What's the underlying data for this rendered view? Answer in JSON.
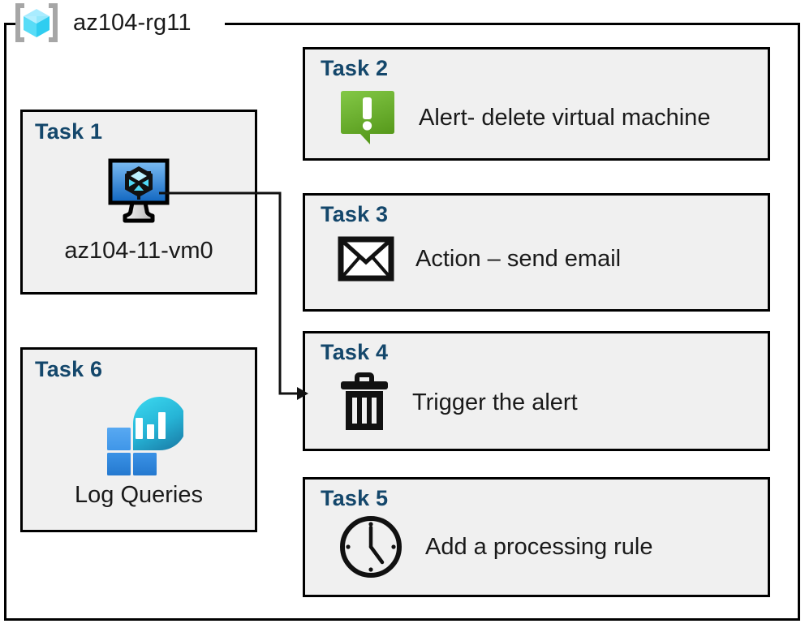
{
  "resource_group": {
    "name": "az104-rg11",
    "icon": "resource-group-cube-icon"
  },
  "colors": {
    "task_label": "#14476b",
    "box_fill": "#f0f0f0",
    "box_border": "#000000",
    "alert_green_light": "#7fc241",
    "alert_green_dark": "#5a9c1f",
    "vm_blue_light": "#6eb4f0",
    "vm_blue_dark": "#1268c3",
    "log_cyan_light": "#35d2ea",
    "log_cyan_dark": "#1b85ad",
    "log_square_light": "#4da3ef",
    "log_square_dark": "#2b83dd",
    "rg_cube_light": "#9ceaff",
    "rg_cube_dark": "#39d6f5",
    "rg_bracket": "#a6a6a6"
  },
  "tasks": [
    {
      "id": "task1",
      "label": "Task 1",
      "caption": "az104-11-vm0",
      "icon": "virtual-machine-icon",
      "column": "left"
    },
    {
      "id": "task2",
      "label": "Task 2",
      "caption": "Alert- delete virtual machine",
      "icon": "alert-exclamation-icon",
      "column": "right"
    },
    {
      "id": "task3",
      "label": "Task 3",
      "caption": "Action – send email",
      "icon": "envelope-icon",
      "column": "right"
    },
    {
      "id": "task4",
      "label": "Task 4",
      "caption": "Trigger the alert",
      "icon": "trash-can-icon",
      "column": "right"
    },
    {
      "id": "task5",
      "label": "Task 5",
      "caption": "Add a processing rule",
      "icon": "clock-icon",
      "column": "right"
    },
    {
      "id": "task6",
      "label": "Task 6",
      "caption": "Log Queries",
      "icon": "log-analytics-icon",
      "column": "left"
    }
  ],
  "connector": {
    "from": "task1-virtual-machine-icon",
    "to": "task4",
    "arrow": "arrowhead-right"
  }
}
